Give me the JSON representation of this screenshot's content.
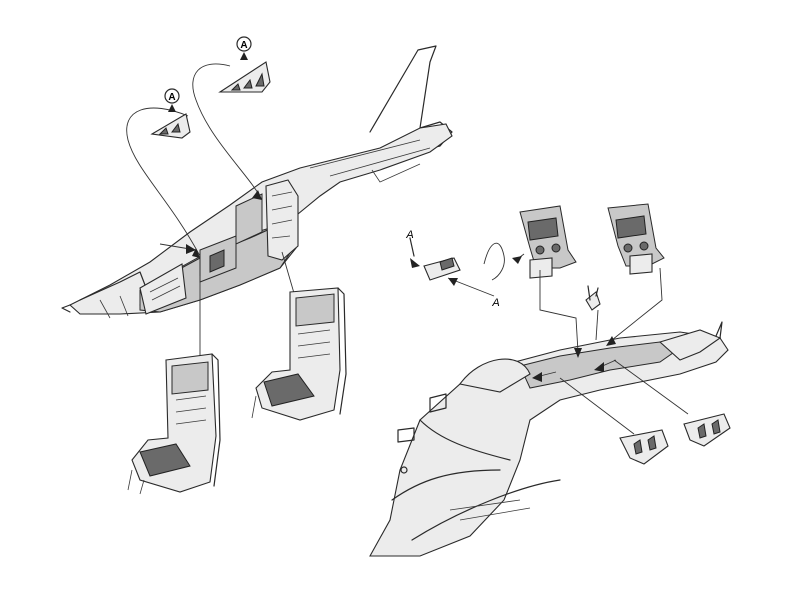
{
  "diagram": {
    "callout_label": "A",
    "colors": {
      "line": "#2a2a2a",
      "part_fill": "#ececec",
      "shade": "#c8c8c8",
      "dark": "#6a6a6a",
      "background": "#ffffff"
    },
    "parts": [
      {
        "name": "side-fuselage"
      },
      {
        "name": "ejection-seat"
      },
      {
        "name": "ejection-seat"
      },
      {
        "name": "canopy-frame-part"
      },
      {
        "name": "canopy-frame-part"
      },
      {
        "name": "canopy-frame-part"
      },
      {
        "name": "canopy-frame-part"
      },
      {
        "name": "instrument-panel"
      },
      {
        "name": "instrument-panel"
      },
      {
        "name": "cockpit-small-part"
      },
      {
        "name": "control-stick"
      },
      {
        "name": "front-fuselage"
      }
    ]
  }
}
